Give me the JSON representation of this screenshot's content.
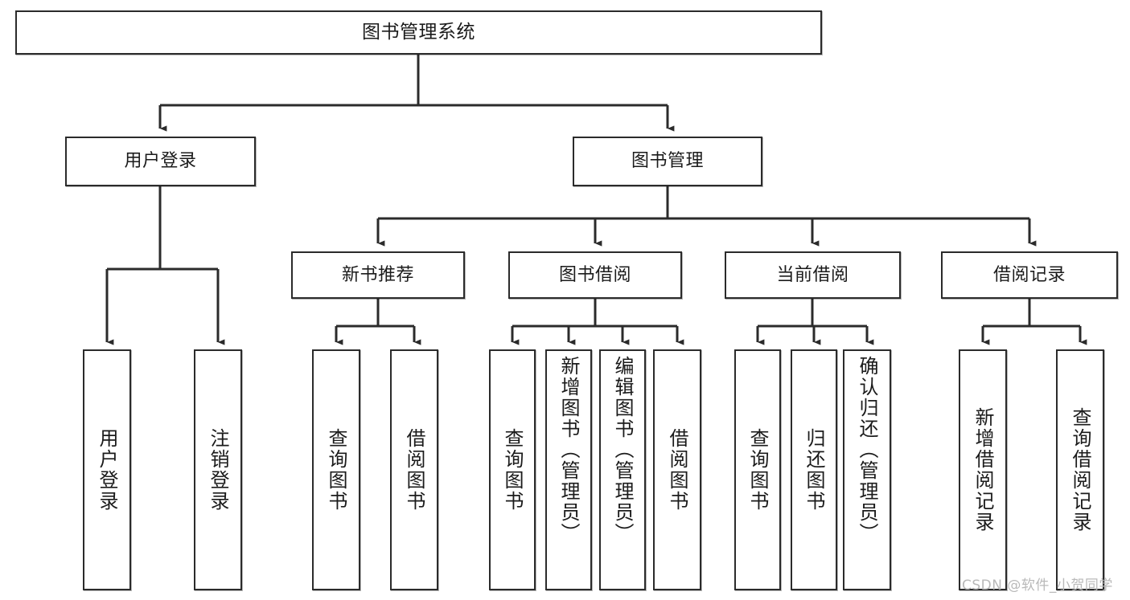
{
  "diagram": {
    "type": "tree",
    "title": "图书管理系统",
    "orientation": "top-down",
    "colors": {
      "box_border": "#2b2b2b",
      "box_fill": "#ffffff",
      "connector": "#2b2b2b",
      "text": "#1b1b1b",
      "watermark": "#b9b9b9",
      "background": "#ffffff"
    },
    "root": {
      "label": "图书管理系统"
    },
    "level2": [
      {
        "id": "user-login",
        "label": "用户登录"
      },
      {
        "id": "book-manage",
        "label": "图书管理"
      }
    ],
    "level3": [
      {
        "id": "new-book-recommend",
        "label": "新书推荐",
        "parent": "book-manage"
      },
      {
        "id": "book-borrow",
        "label": "图书借阅",
        "parent": "book-manage"
      },
      {
        "id": "current-borrow",
        "label": "当前借阅",
        "parent": "book-manage"
      },
      {
        "id": "borrow-record",
        "label": "借阅记录",
        "parent": "book-manage"
      }
    ],
    "leaves": {
      "user_login": [
        {
          "id": "leaf-user-login",
          "label": "用户登录"
        },
        {
          "id": "leaf-user-logout",
          "label": "注销登录"
        }
      ],
      "new_book_recommend": [
        {
          "id": "leaf-query-book-1",
          "label": "查询图书"
        },
        {
          "id": "leaf-borrow-book-1",
          "label": "借阅图书"
        }
      ],
      "book_borrow": [
        {
          "id": "leaf-query-book-2",
          "label": "查询图书"
        },
        {
          "id": "leaf-add-book",
          "label": "新增图书（管理员）"
        },
        {
          "id": "leaf-edit-book",
          "label": "编辑图书（管理员）"
        },
        {
          "id": "leaf-borrow-book-2",
          "label": "借阅图书"
        }
      ],
      "current_borrow": [
        {
          "id": "leaf-query-book-3",
          "label": "查询图书"
        },
        {
          "id": "leaf-return-book",
          "label": "归还图书"
        },
        {
          "id": "leaf-confirm-return",
          "label": "确认归还（管理员）"
        }
      ],
      "borrow_record": [
        {
          "id": "leaf-add-record",
          "label": "新增借阅记录"
        },
        {
          "id": "leaf-query-record",
          "label": "查询借阅记录"
        }
      ]
    }
  },
  "watermark": {
    "text": "CSDN @软件_小贺同学"
  }
}
